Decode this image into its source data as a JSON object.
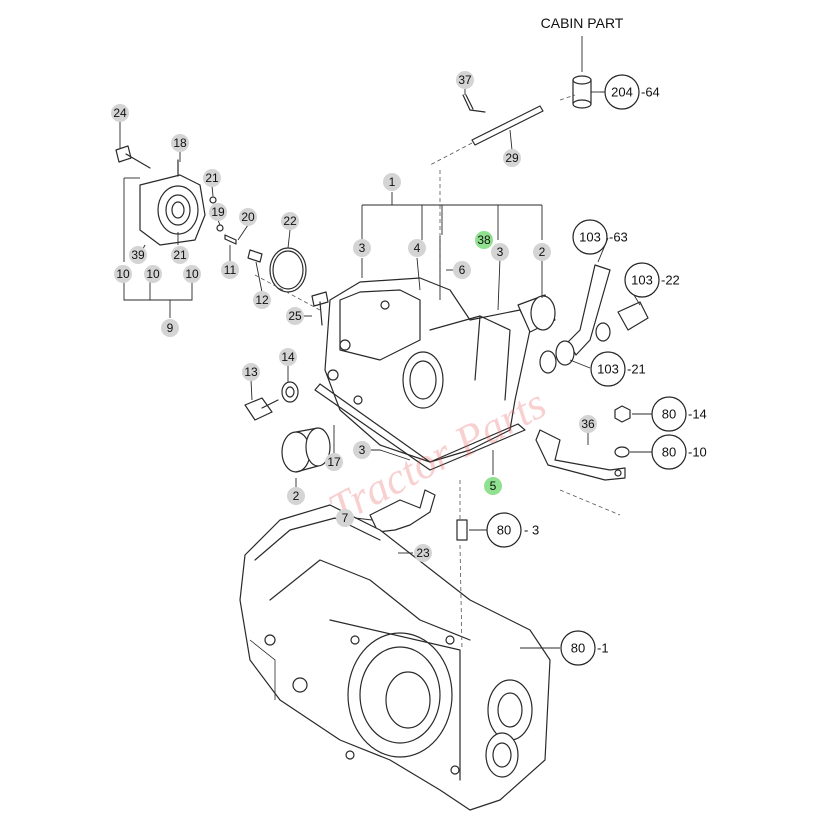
{
  "cabin_label": "CABIN PART",
  "watermark_text": "Tractor Parts",
  "callouts": [
    {
      "id": "c24",
      "label": "24"
    },
    {
      "id": "c18",
      "label": "18"
    },
    {
      "id": "c21a",
      "label": "21"
    },
    {
      "id": "c19",
      "label": "19"
    },
    {
      "id": "c20",
      "label": "20"
    },
    {
      "id": "c22",
      "label": "22"
    },
    {
      "id": "c39",
      "label": "39"
    },
    {
      "id": "c10a",
      "label": "10"
    },
    {
      "id": "c10b",
      "label": "10"
    },
    {
      "id": "c21b",
      "label": "21"
    },
    {
      "id": "c10c",
      "label": "10"
    },
    {
      "id": "c11",
      "label": "11"
    },
    {
      "id": "c12",
      "label": "12"
    },
    {
      "id": "c9",
      "label": "9"
    },
    {
      "id": "c37",
      "label": "37"
    },
    {
      "id": "c29",
      "label": "29"
    },
    {
      "id": "c1",
      "label": "1"
    },
    {
      "id": "c3a",
      "label": "3"
    },
    {
      "id": "c4",
      "label": "4"
    },
    {
      "id": "c6",
      "label": "6"
    },
    {
      "id": "c38",
      "label": "38"
    },
    {
      "id": "c3b",
      "label": "3"
    },
    {
      "id": "c2a",
      "label": "2"
    },
    {
      "id": "c25",
      "label": "25"
    },
    {
      "id": "c14",
      "label": "14"
    },
    {
      "id": "c13",
      "label": "13"
    },
    {
      "id": "c17",
      "label": "17"
    },
    {
      "id": "c3c",
      "label": "3"
    },
    {
      "id": "c2b",
      "label": "2"
    },
    {
      "id": "c5",
      "label": "5"
    },
    {
      "id": "c36",
      "label": "36"
    },
    {
      "id": "c7",
      "label": "7"
    },
    {
      "id": "c23",
      "label": "23"
    }
  ],
  "refs": [
    {
      "id": "r204",
      "num": "204",
      "suffix": "-64"
    },
    {
      "id": "r103a",
      "num": "103",
      "suffix": "-63"
    },
    {
      "id": "r103b",
      "num": "103",
      "suffix": "-22"
    },
    {
      "id": "r103c",
      "num": "103",
      "suffix": "-21"
    },
    {
      "id": "r80a",
      "num": "80",
      "suffix": "-14"
    },
    {
      "id": "r80b",
      "num": "80",
      "suffix": "-10"
    },
    {
      "id": "r80c",
      "num": "80",
      "suffix": "- 3"
    },
    {
      "id": "r80d",
      "num": "80",
      "suffix": "-1"
    }
  ],
  "colors": {
    "callout_bg": "#d4d4d4",
    "callout_highlight": "#8fe08f",
    "watermark": "#e85a5a",
    "line": "#2a2a2a"
  }
}
